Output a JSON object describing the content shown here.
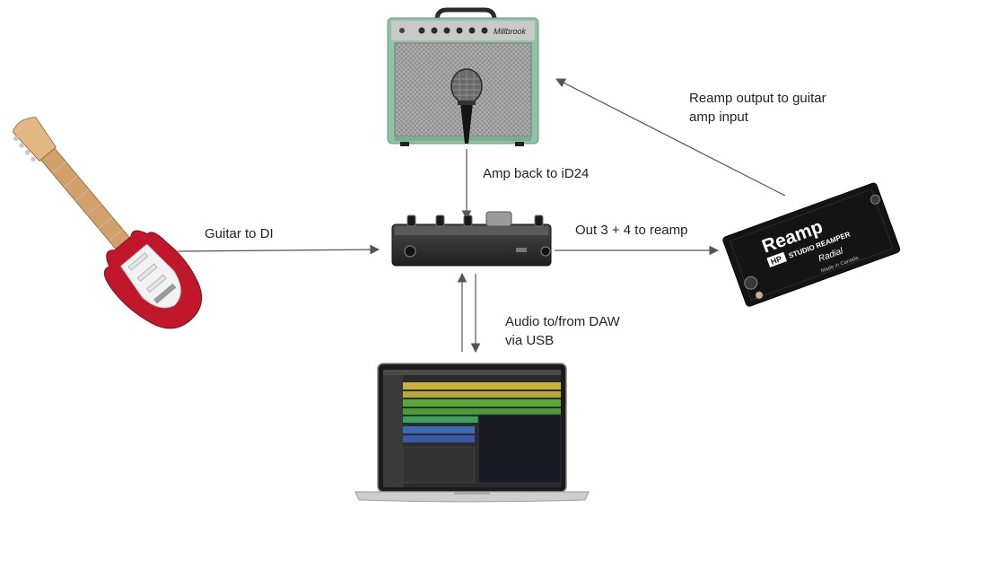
{
  "devices": {
    "amp": {
      "brand": "Millbrook"
    },
    "reamp": {
      "brand": "Reamp",
      "model": "HP",
      "subtitle": "STUDIO REAMPER",
      "maker": "Radial",
      "origin": "Made in Canada"
    }
  },
  "labels": {
    "guitar_to_di": "Guitar to DI",
    "amp_back": "Amp back to iD24",
    "out_to_reamp": "Out 3 + 4 to reamp",
    "reamp_to_amp": "Reamp output to guitar\namp input",
    "audio_daw": "Audio to/from DAW\nvia USB"
  },
  "colors": {
    "arrow": "#555555",
    "amp_body": "#8fc3a4",
    "guitar_red": "#c0182a",
    "reamp_body": "#141414"
  }
}
